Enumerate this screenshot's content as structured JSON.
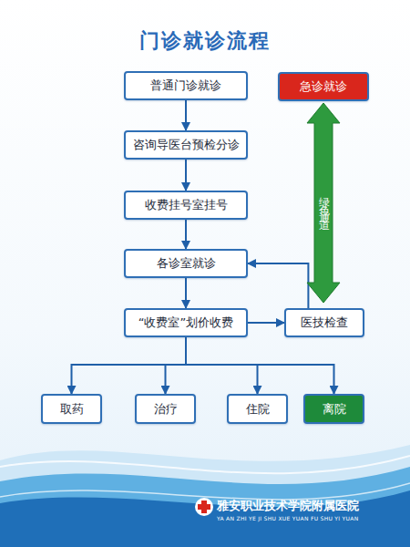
{
  "diagram": {
    "title": "门诊就诊流程",
    "nodes": [
      {
        "text": [
          "普通门诊就诊"
        ]
      },
      {
        "text": [
          "急诊就诊"
        ]
      },
      {
        "text": [
          "咨询导医台预检分诊"
        ]
      },
      {
        "text": [
          "收费挂号室挂号"
        ]
      },
      {
        "text": [
          "各诊室就诊"
        ]
      },
      {
        "text": [
          "“收费室”划价收费"
        ]
      },
      {
        "text": [
          "医技检查"
        ]
      },
      {
        "text": [
          "取药"
        ]
      },
      {
        "text": [
          "治疗"
        ]
      },
      {
        "text": [
          "住院"
        ]
      },
      {
        "text": [
          "离院"
        ]
      }
    ],
    "edges": [
      {
        "from": 0,
        "to": 2,
        "arrow": "to"
      },
      {
        "from": 2,
        "to": 3,
        "arrow": "to"
      },
      {
        "from": 3,
        "to": 4,
        "arrow": "to"
      },
      {
        "from": 4,
        "to": 5,
        "arrow": "to"
      },
      {
        "from": 5,
        "to": 6,
        "arrow": "to"
      },
      {
        "from": 6,
        "to": 4,
        "arrow": "to"
      },
      {
        "from": 5,
        "to": 7,
        "arrow": "to"
      },
      {
        "from": 5,
        "to": 8,
        "arrow": "to"
      },
      {
        "from": 5,
        "to": 9,
        "arrow": "to"
      },
      {
        "from": 5,
        "to": 10,
        "arrow": "to"
      },
      {
        "from": 1,
        "to": 6,
        "label": "绿色通道",
        "arrow": "both"
      }
    ],
    "labels": [
      "雅安职业技术学院附属医院",
      "YA AN ZHI YE JI SHU XUE YUAN FU SHU YI YUAN"
    ]
  }
}
